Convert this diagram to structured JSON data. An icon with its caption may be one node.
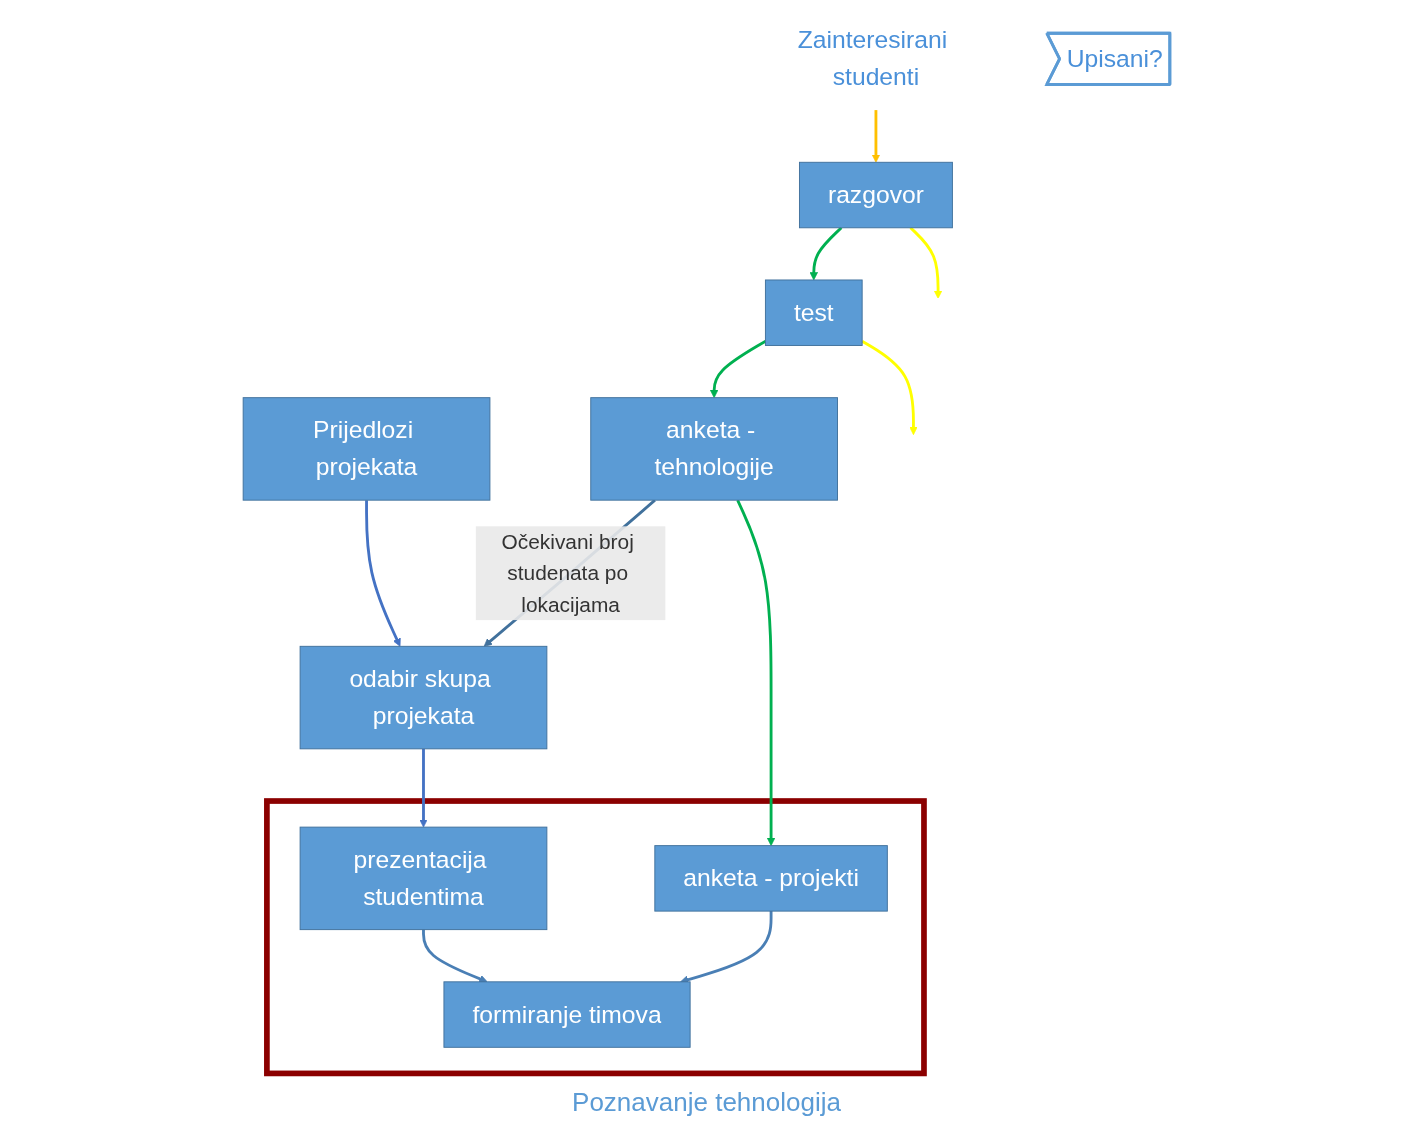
{
  "diagram": {
    "nodes": [
      {
        "text": [
          "Zainteresirani studenti"
        ]
      },
      {
        "text": [
          "razgovor"
        ]
      },
      {
        "text": [
          "Upisani?"
        ]
      },
      {
        "text": [
          "test"
        ]
      },
      {
        "text": [
          "Prijedlozi projekata"
        ]
      },
      {
        "text": [
          "anketa - tehnologije"
        ]
      },
      {
        "text": [
          "odabir skupa projekata"
        ]
      },
      {
        "text": [],
        "shape": "box"
      },
      {
        "text": [
          "anketa - projekti"
        ],
        "in": 7
      },
      {
        "text": [
          "prezentacija studentima"
        ],
        "in": 7
      },
      {
        "text": [
          "formiranje timova"
        ],
        "in": 7
      }
    ],
    "edges": [
      {
        "from": 0,
        "to": 1,
        "arrow": "to",
        "color": "#ffc000"
      },
      {
        "from": 1,
        "to": 3,
        "arrow": "to",
        "color": "#00b050"
      },
      {
        "from": 1,
        "to": null,
        "arrow": "to",
        "color": "#ffff00"
      },
      {
        "from": 3,
        "to": 5,
        "arrow": "to",
        "color": "#00b050"
      },
      {
        "from": 3,
        "to": null,
        "arrow": "to",
        "color": "#ffff00"
      },
      {
        "from": 4,
        "to": 6,
        "arrow": "to",
        "color": "#4472c4"
      },
      {
        "from": 5,
        "to": 6,
        "arrow": "to",
        "label": "Očekivani broj studenata po lokacijama",
        "color": "#41719c"
      },
      {
        "from": 5,
        "to": 8,
        "arrow": "to",
        "color": "#00b050"
      },
      {
        "from": 6,
        "to": 9,
        "arrow": "to",
        "color": "#4472c4"
      },
      {
        "from": 8,
        "to": 10,
        "arrow": "to",
        "color": "#4a7fb5"
      },
      {
        "from": 9,
        "to": 10,
        "arrow": "to",
        "color": "#4a7fb5"
      }
    ],
    "labels": [
      "Poznavanje tehnologija"
    ]
  }
}
